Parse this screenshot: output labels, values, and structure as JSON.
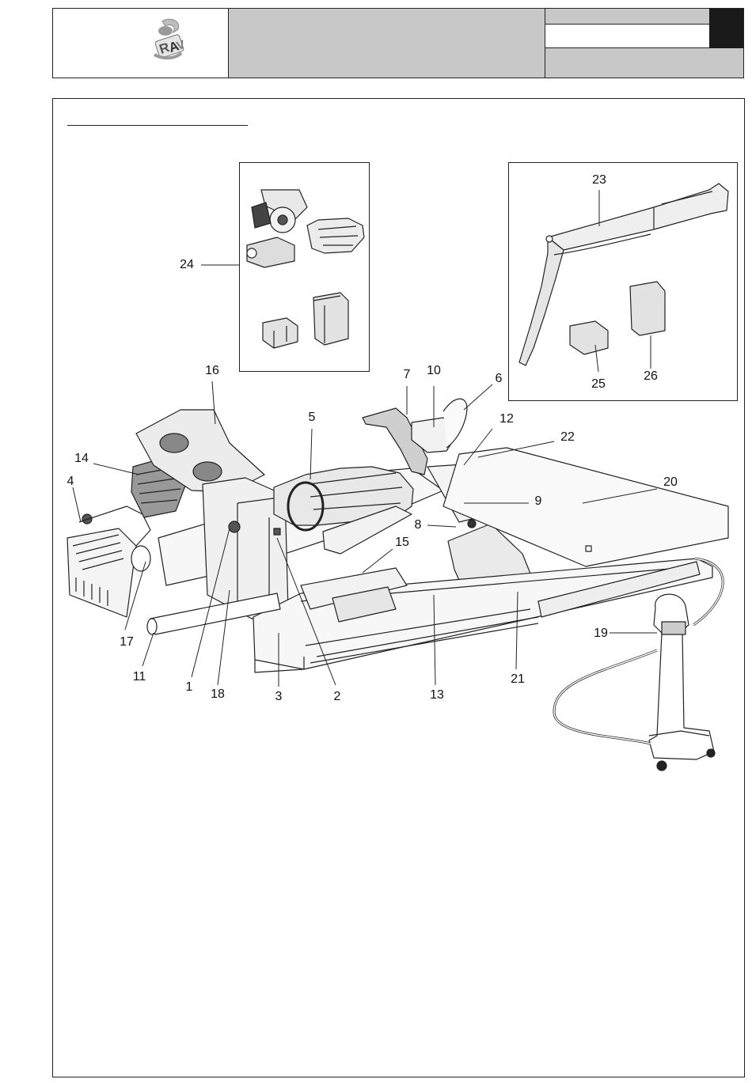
{
  "header": {
    "logo_text": "RAV",
    "title": "",
    "code": "",
    "page": ""
  },
  "section_title": "",
  "callouts": [
    "1",
    "2",
    "3",
    "4",
    "5",
    "6",
    "7",
    "8",
    "9",
    "10",
    "11",
    "12",
    "13",
    "14",
    "15",
    "16",
    "17",
    "18",
    "19",
    "20",
    "21",
    "22",
    "23",
    "24",
    "25",
    "26"
  ],
  "colors": {
    "header_fill": "#c8c8c8",
    "tab_fill": "#1a1a1a",
    "line": "#222222"
  }
}
